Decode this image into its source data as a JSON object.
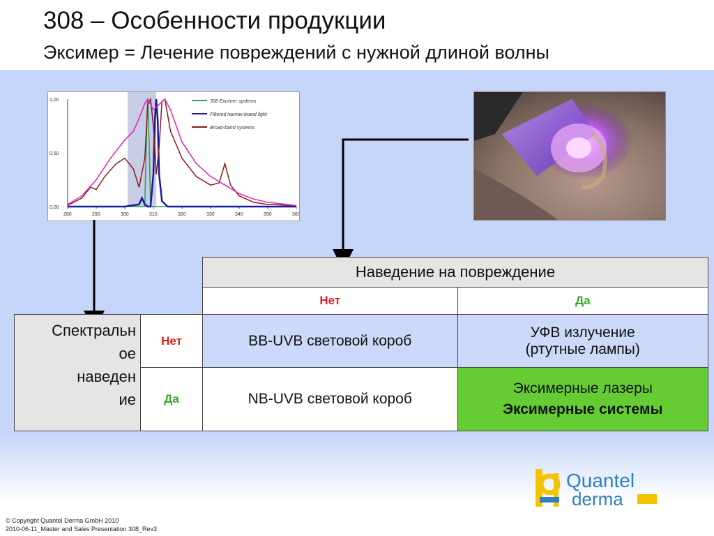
{
  "title": "308 – Особенности продукции",
  "subtitle": "Эксимер = Лечение повреждений с нужной длиной волны",
  "chart": {
    "y_ticks": [
      "1,00",
      "0,50",
      "0,00"
    ],
    "x_ticks": [
      "280",
      "290",
      "300",
      "310",
      "320",
      "330",
      "340",
      "350",
      "360"
    ],
    "legend": [
      "308 Excimer systems",
      "Filtered narrow-brand light",
      "Broad-band systems"
    ],
    "colors": {
      "excimer": "#2e9a56",
      "narrow": "#1a1a9e",
      "broad_dark": "#8a1a1a",
      "broad_pink": "#e020c0",
      "band": "#c8cde6"
    }
  },
  "chart_data": {
    "type": "line",
    "title": "",
    "xlabel": "",
    "ylabel": "",
    "xlim": [
      280,
      360
    ],
    "ylim": [
      0,
      1
    ],
    "grid": false,
    "legend_position": "top-right",
    "series": [
      {
        "name": "308 Excimer systems",
        "color": "#2e9a56",
        "x": [
          280,
          300,
          307,
          307.5,
          308,
          308.5,
          309,
          310,
          360
        ],
        "y": [
          0,
          0,
          0,
          0.6,
          1.0,
          0.6,
          0,
          0,
          0
        ]
      },
      {
        "name": "Filtered narrow-brand light",
        "color": "#1a1a9e",
        "x": [
          280,
          300,
          305,
          306,
          307,
          308,
          309,
          310,
          310.5,
          311,
          311.5,
          312,
          313,
          315,
          320,
          360
        ],
        "y": [
          0,
          0,
          0.02,
          0.08,
          0.02,
          0,
          0,
          0.3,
          0.8,
          1.0,
          0.8,
          0.3,
          0.05,
          0,
          0,
          0
        ]
      },
      {
        "name": "Broad-band systems",
        "color": "#8a1a1a",
        "x": [
          280,
          285,
          288,
          290,
          293,
          297,
          300,
          303,
          305,
          307,
          308,
          309,
          310,
          311,
          312,
          313,
          314,
          316,
          320,
          325,
          330,
          333,
          335,
          337,
          340,
          345,
          350,
          360
        ],
        "y": [
          0.01,
          0.08,
          0.18,
          0.16,
          0.28,
          0.4,
          0.45,
          0.35,
          0.18,
          0.45,
          0.95,
          1.0,
          0.75,
          0.3,
          0.55,
          0.98,
          1.0,
          0.7,
          0.45,
          0.28,
          0.2,
          0.22,
          0.4,
          0.2,
          0.1,
          0.04,
          0.02,
          0.01
        ]
      },
      {
        "name": "",
        "color": "#e020c0",
        "x": [
          280,
          285,
          290,
          295,
          300,
          303,
          305,
          307,
          308,
          309,
          310,
          312,
          314,
          316,
          320,
          325,
          330,
          335,
          340,
          345,
          350,
          360
        ],
        "y": [
          0.02,
          0.1,
          0.25,
          0.45,
          0.62,
          0.7,
          0.82,
          0.96,
          1.0,
          0.95,
          0.9,
          0.95,
          1.0,
          0.9,
          0.6,
          0.4,
          0.28,
          0.2,
          0.12,
          0.07,
          0.04,
          0.01
        ]
      }
    ],
    "highlight_band": [
      301,
      311
    ]
  },
  "table": {
    "header": "Наведение на повреждение",
    "col_no": "Нет",
    "col_yes": "Да",
    "row_label_lines": [
      "Спектральн",
      "ое",
      "наведен",
      "ие"
    ],
    "row_no": "Нет",
    "row_yes": "Да",
    "cell_no_no": "BB-UVB световой короб",
    "cell_no_yes_line1": "УФВ излучение",
    "cell_no_yes_line2": "(ртутные лампы)",
    "cell_yes_no": "NB-UVB световой короб",
    "cell_yes_yes_line1": "Эксимерные лазеры",
    "cell_yes_yes_line2": "Эксимерные системы"
  },
  "logo": {
    "text1": "Quantel",
    "text2": "derma",
    "colors": {
      "yellow": "#f5c400",
      "blue": "#2d7fbf"
    }
  },
  "copyright": {
    "line1": "©  Copyright Quantel Derma GmbH 2010",
    "line2": "2010-06-11_Master and Sales Presentation 308_Rev3"
  }
}
